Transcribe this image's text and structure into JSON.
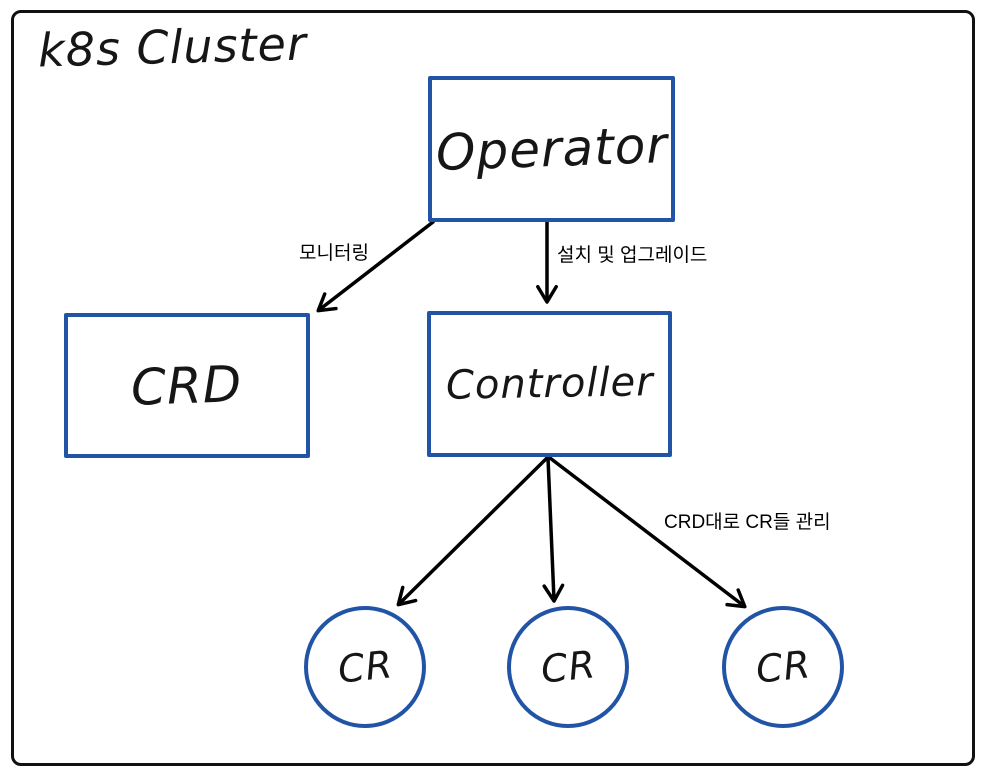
{
  "diagram": {
    "title": "k8s Cluster",
    "colors": {
      "box_border": "#2254A6",
      "line": "#000000",
      "frame": "#111111",
      "background": "#FFFFFF"
    },
    "nodes": {
      "operator": {
        "label": "Operator",
        "shape": "rect"
      },
      "crd": {
        "label": "CRD",
        "shape": "rect"
      },
      "controller": {
        "label": "Controller",
        "shape": "rect"
      },
      "cr1": {
        "label": "CR",
        "shape": "circle"
      },
      "cr2": {
        "label": "CR",
        "shape": "circle"
      },
      "cr3": {
        "label": "CR",
        "shape": "circle"
      }
    },
    "edges": [
      {
        "from": "operator",
        "to": "crd",
        "label": "모니터링"
      },
      {
        "from": "operator",
        "to": "controller",
        "label": "설치 및 업그레이드"
      },
      {
        "from": "controller",
        "to": "cr1",
        "label": ""
      },
      {
        "from": "controller",
        "to": "cr2",
        "label": ""
      },
      {
        "from": "controller",
        "to": "cr3",
        "label": "CRD대로 CR들 관리"
      }
    ]
  }
}
